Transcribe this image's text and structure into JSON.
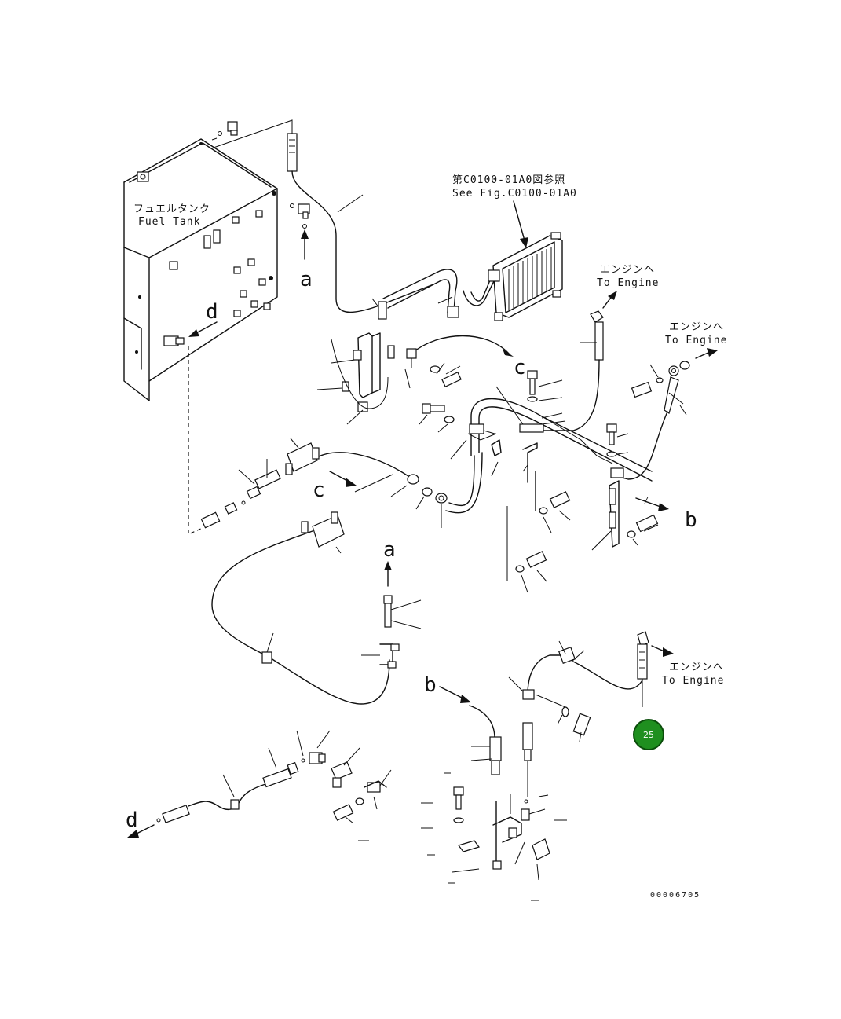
{
  "labels": {
    "fuel_tank_jp": "フュエルタンク",
    "fuel_tank_en": "Fuel Tank",
    "see_fig_jp": "第C0100-01A0図参照",
    "see_fig_en": "See Fig.C0100-01A0",
    "to_engine_jp": "エンジンへ",
    "to_engine_en": "To Engine"
  },
  "connection_letters": {
    "a": "a",
    "b": "b",
    "c": "c",
    "d": "d"
  },
  "drawing_number": "00006705",
  "badge": {
    "value": "25",
    "color": "#1f8f1f",
    "border_color": "#0b4d0b"
  }
}
